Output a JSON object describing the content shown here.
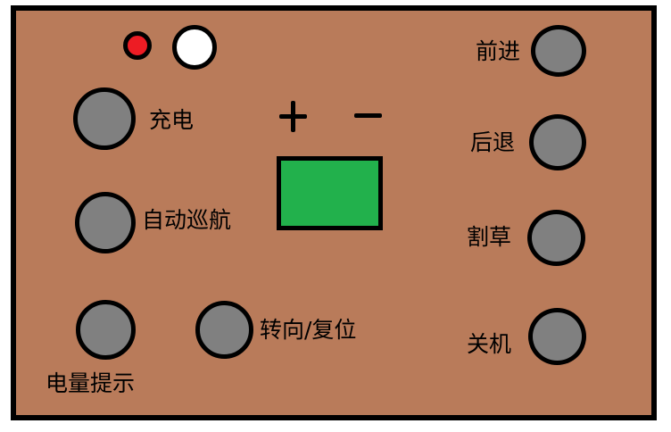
{
  "panel": {
    "background_color": "#b97b5a",
    "border_color": "#000000"
  },
  "indicators": [
    {
      "name": "red-indicator-light",
      "color": "#ed1c24"
    },
    {
      "name": "white-indicator-light",
      "color": "#ffffff"
    }
  ],
  "display": {
    "color": "#22b14c",
    "plus_symbol": "+",
    "minus_symbol": "−"
  },
  "buttons": {
    "charge": {
      "label": "充电"
    },
    "auto_cruise": {
      "label": "自动巡航"
    },
    "battery_indicator": {
      "label": "电量提示"
    },
    "turn_reset": {
      "label": "转向/复位"
    },
    "forward": {
      "label": "前进"
    },
    "backward": {
      "label": "后退"
    },
    "mow": {
      "label": "割草"
    },
    "power_off": {
      "label": "关机"
    }
  },
  "button_color": "#808080"
}
